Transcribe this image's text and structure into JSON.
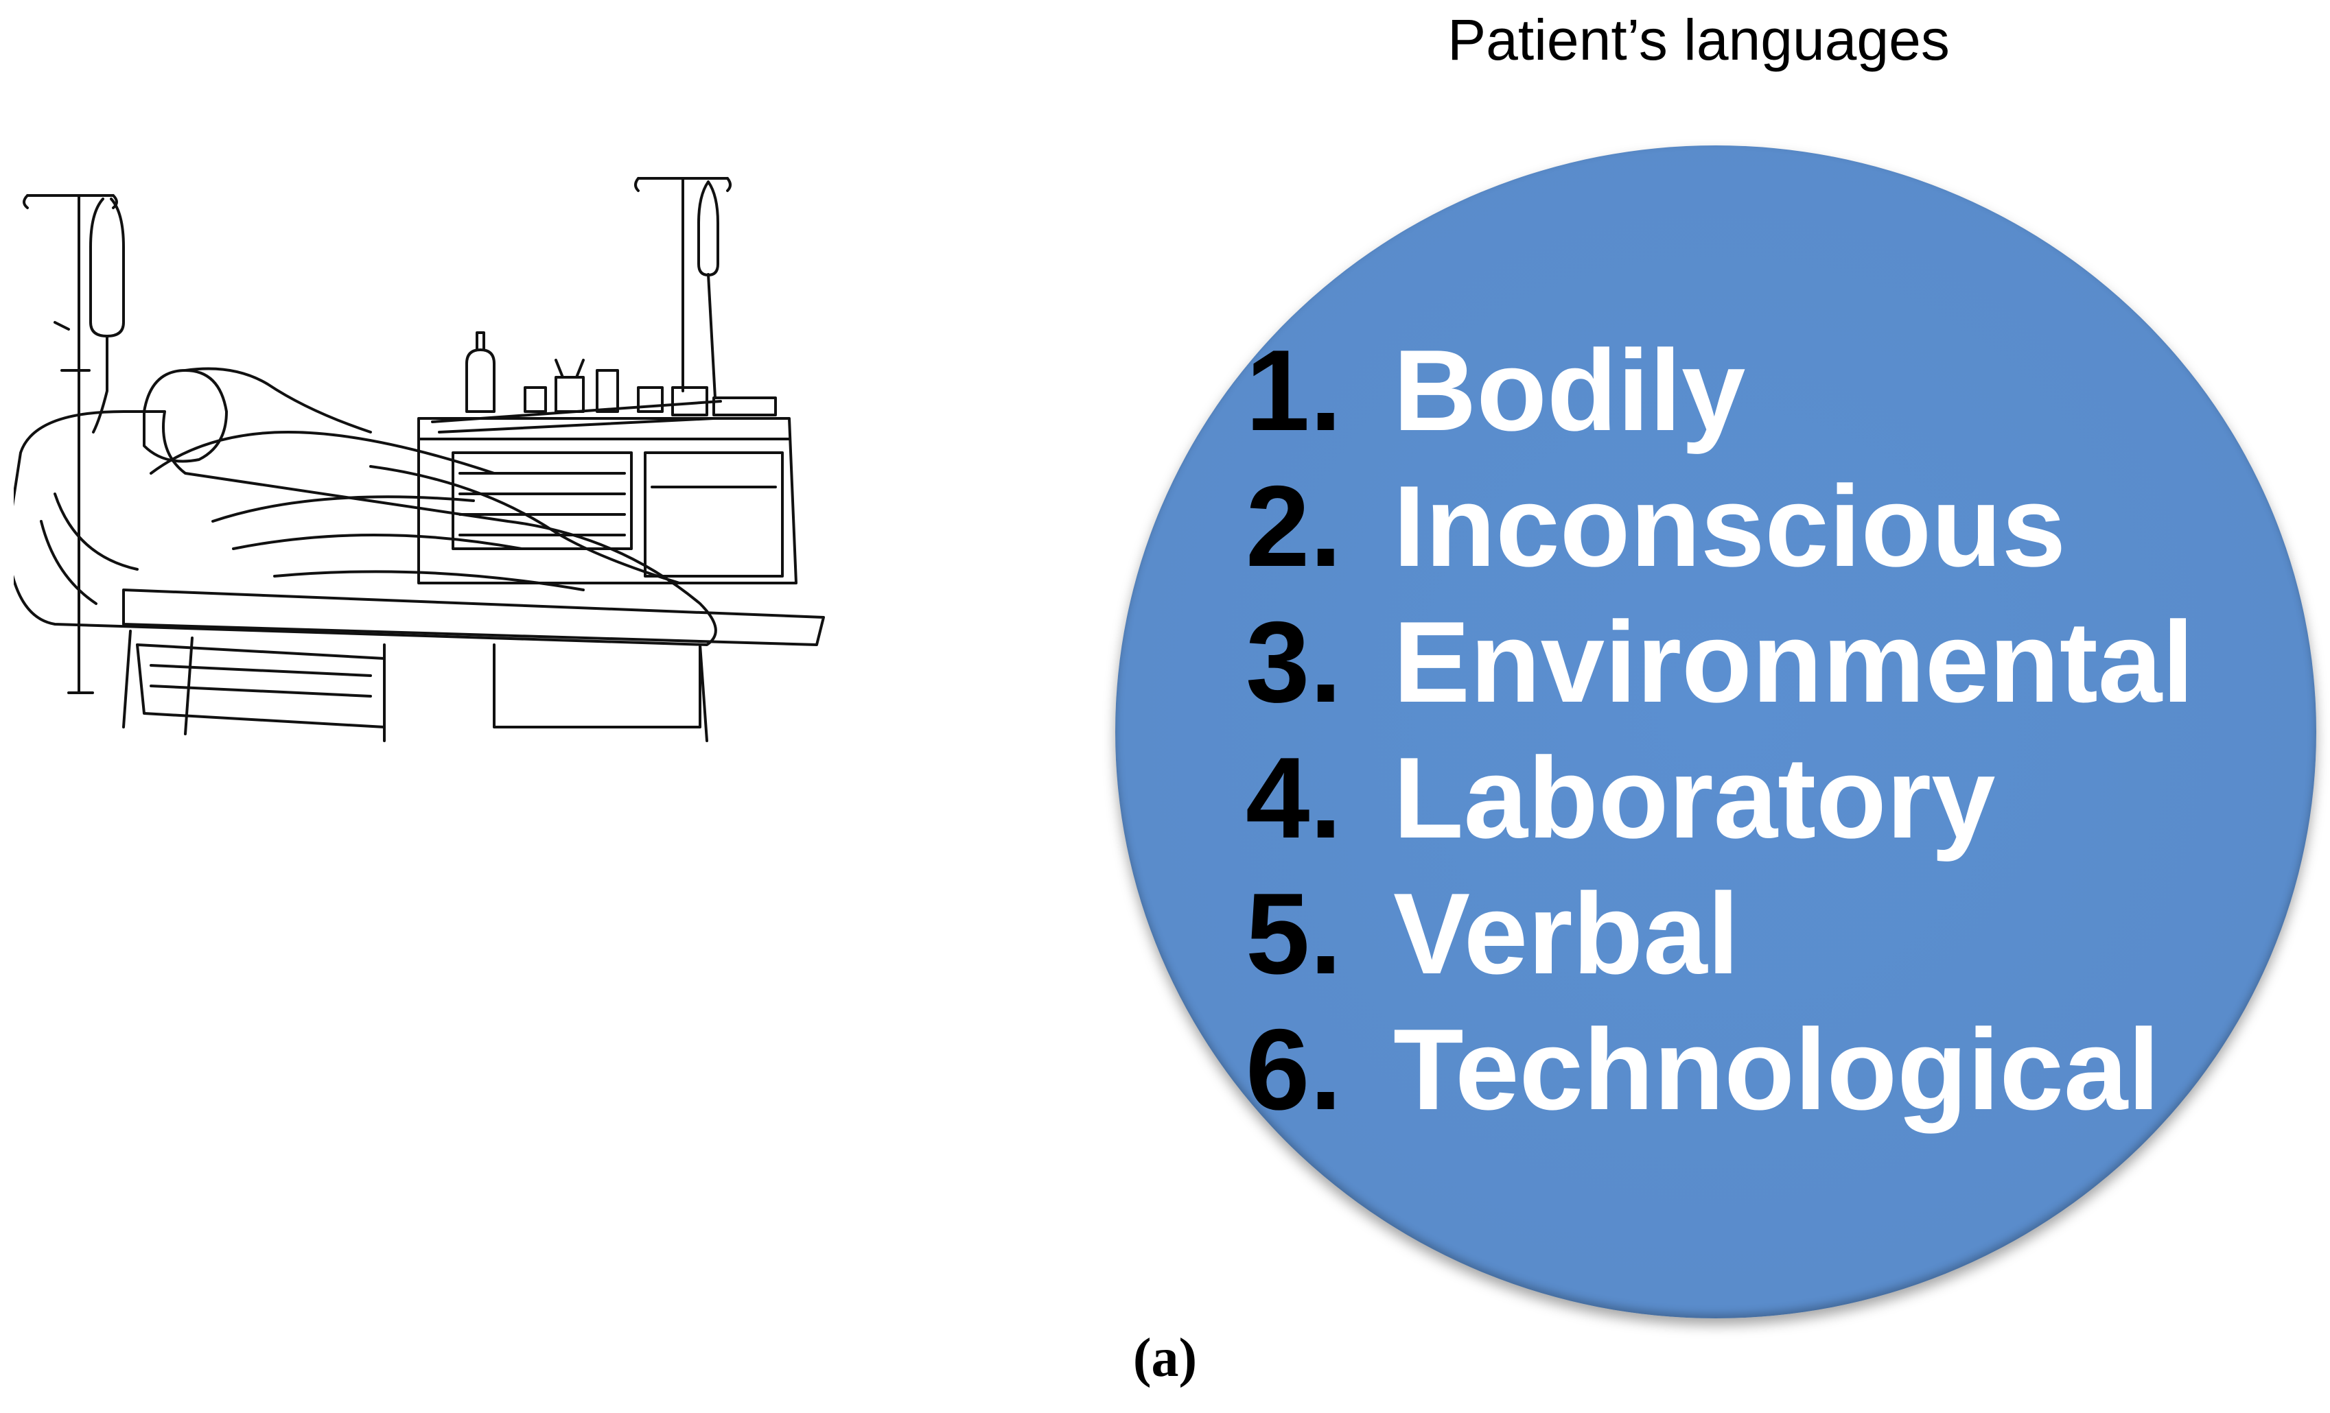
{
  "illustration": {
    "icon": "patient-in-hospital-bed-illustration"
  },
  "diagram": {
    "title": "Patient’s languages",
    "circle_color": "#5a8ccb",
    "items": [
      {
        "number": "1.",
        "label": "Bodily"
      },
      {
        "number": "2.",
        "label": "Inconscious"
      },
      {
        "number": "3.",
        "label": "Environmental"
      },
      {
        "number": "4.",
        "label": "Laboratory"
      },
      {
        "number": "5.",
        "label": "Verbal"
      },
      {
        "number": "6.",
        "label": "Technological"
      }
    ]
  },
  "caption": "(a)"
}
